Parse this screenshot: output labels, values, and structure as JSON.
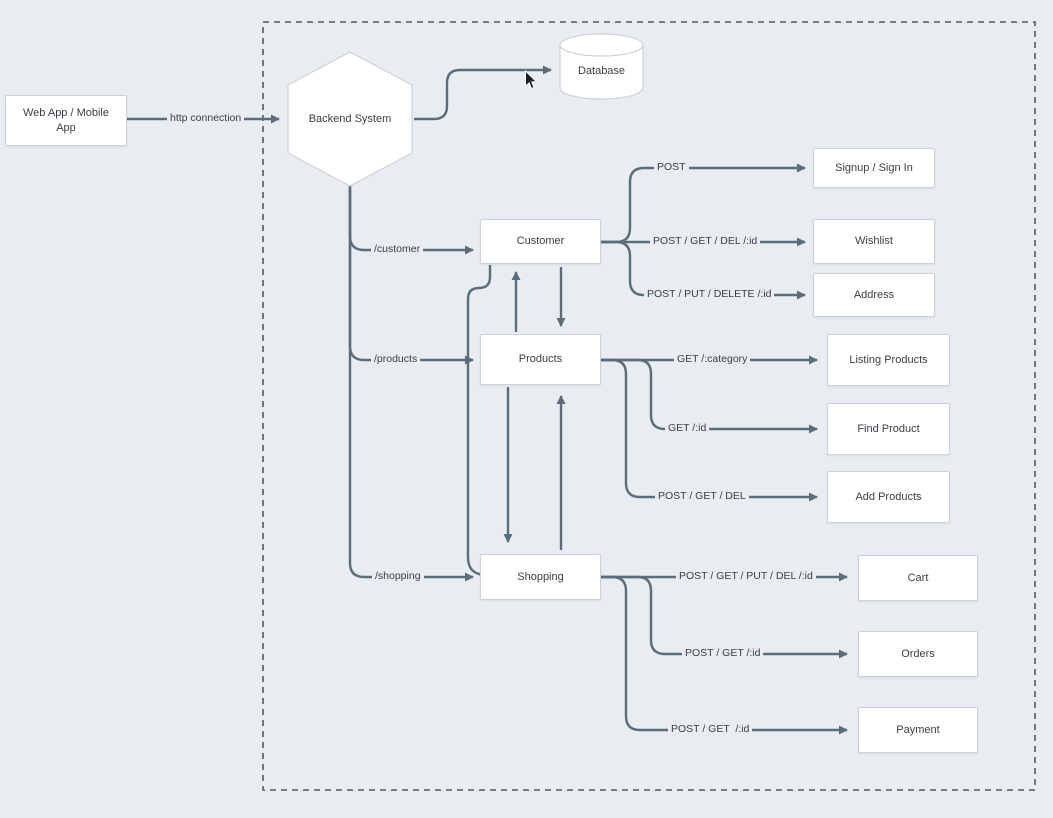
{
  "diagram": {
    "client": "Web App / Mobile App",
    "http_connection": "http connection",
    "backend": "Backend System",
    "database": "Database",
    "routes": [
      {
        "path": "/customer",
        "node": "Customer",
        "endpoints": [
          {
            "methods": "POST",
            "target": "Signup / Sign In"
          },
          {
            "methods": "POST / GET / DEL /:id",
            "target": "Wishlist"
          },
          {
            "methods": "POST / PUT / DELETE /:id",
            "target": "Address"
          }
        ]
      },
      {
        "path": "/products",
        "node": "Products",
        "endpoints": [
          {
            "methods": "GET /:category",
            "target": "Listing Products"
          },
          {
            "methods": "GET /:id",
            "target": "Find Product"
          },
          {
            "methods": "POST / GET / DEL",
            "target": "Add Products"
          }
        ]
      },
      {
        "path": "/shopping",
        "node": "Shopping",
        "endpoints": [
          {
            "methods": "POST / GET / PUT / DEL /:id",
            "target": "Cart"
          },
          {
            "methods": "POST / GET /:id",
            "target": "Orders"
          },
          {
            "methods": "POST / GET  /:id",
            "target": "Payment"
          }
        ]
      }
    ],
    "colors": {
      "background": "#e9edf1",
      "wire": "#5d6c7b",
      "node_fill": "#ffffff",
      "node_border": "#ccd2d7",
      "text": "#383f46",
      "boundary": "#4f5a64"
    }
  }
}
